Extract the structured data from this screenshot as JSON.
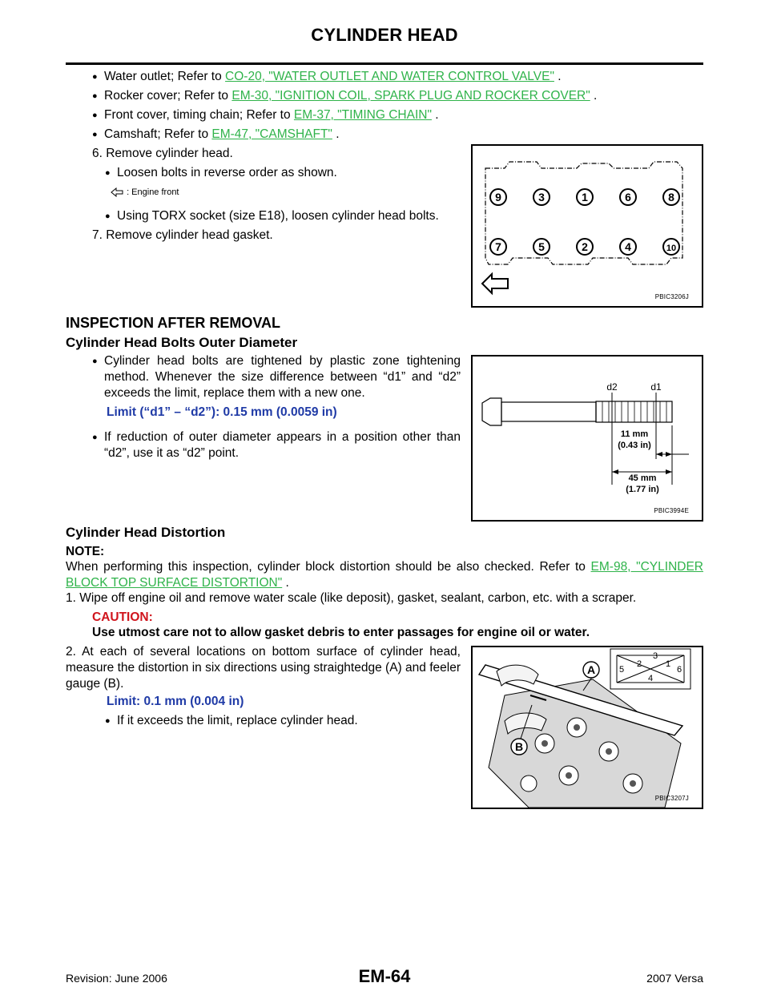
{
  "header": {
    "title": "CYLINDER HEAD"
  },
  "refs": [
    {
      "prefix": "Water outlet; Refer to ",
      "link": "CO-20, \"WATER OUTLET AND WATER CONTROL VALVE\"",
      "suffix": " ."
    },
    {
      "prefix": "Rocker cover; Refer to ",
      "link": "EM-30, \"IGNITION COIL, SPARK PLUG AND ROCKER COVER\"",
      "suffix": " ."
    },
    {
      "prefix": "Front cover, timing chain; Refer to ",
      "link": "EM-37, \"TIMING CHAIN\"",
      "suffix": " ."
    },
    {
      "prefix": "Camshaft; Refer to ",
      "link": "EM-47, \"CAMSHAFT\"",
      "suffix": " ."
    }
  ],
  "step6": {
    "text": "6.  Remove cylinder head.",
    "bullet1": "Loosen bolts in reverse order as shown.",
    "legend_text": ": Engine front",
    "bullet2": "Using TORX socket (size E18), loosen cylinder head bolts."
  },
  "step7": {
    "text": "7.  Remove cylinder head gasket."
  },
  "fig1": {
    "code": "PBIC3206J",
    "top_row": [
      "9",
      "3",
      "1",
      "6",
      "8"
    ],
    "bottom_row": [
      "7",
      "5",
      "2",
      "4",
      "10"
    ]
  },
  "inspection": {
    "heading": "INSPECTION AFTER REMOVAL"
  },
  "bolts": {
    "heading": "Cylinder Head Bolts Outer Diameter",
    "bullet1": "Cylinder head bolts are tightened by plastic zone tightening method. Whenever the size difference between “d1” and “d2” exceeds the limit, replace them with a new one.",
    "limit": "Limit (“d1” – “d2”): 0.15 mm (0.0059 in)",
    "bullet2": "If reduction of outer diameter appears in a position other than “d2”, use it as “d2” point."
  },
  "fig2": {
    "code": "PBIC3994E",
    "d2": "d2",
    "d1": "d1",
    "dim1_a": "11 mm",
    "dim1_b": "(0.43 in)",
    "dim2_a": "45 mm",
    "dim2_b": "(1.77 in)"
  },
  "distortion": {
    "heading": "Cylinder Head Distortion",
    "note_label": "NOTE:",
    "note_text": "When performing this inspection, cylinder block distortion should be also checked. Refer to ",
    "note_link": "EM-98, \"CYLINDER BLOCK TOP SURFACE DISTORTION\"",
    "note_suffix": " .",
    "step1": "1.  Wipe off engine oil and remove water scale (like deposit), gasket, sealant, carbon, etc. with a scraper.",
    "caution_label": "CAUTION:",
    "caution_text": "Use utmost care not to allow gasket debris to enter passages for engine oil or water.",
    "step2": "2.  At each of several locations on bottom surface of cylinder head, measure the distortion in six directions using straightedge (A) and feeler gauge (B).",
    "limit": "Limit: 0.1 mm (0.004 in)",
    "bullet": "If it exceeds the limit, replace cylinder head."
  },
  "fig3": {
    "code": "PBIC3207J",
    "label_a": "A",
    "label_b": "B",
    "dirs": [
      "1",
      "2",
      "3",
      "4",
      "5",
      "6"
    ]
  },
  "footer": {
    "revision": "Revision: June 2006",
    "page": "EM-64",
    "model": "2007 Versa"
  }
}
